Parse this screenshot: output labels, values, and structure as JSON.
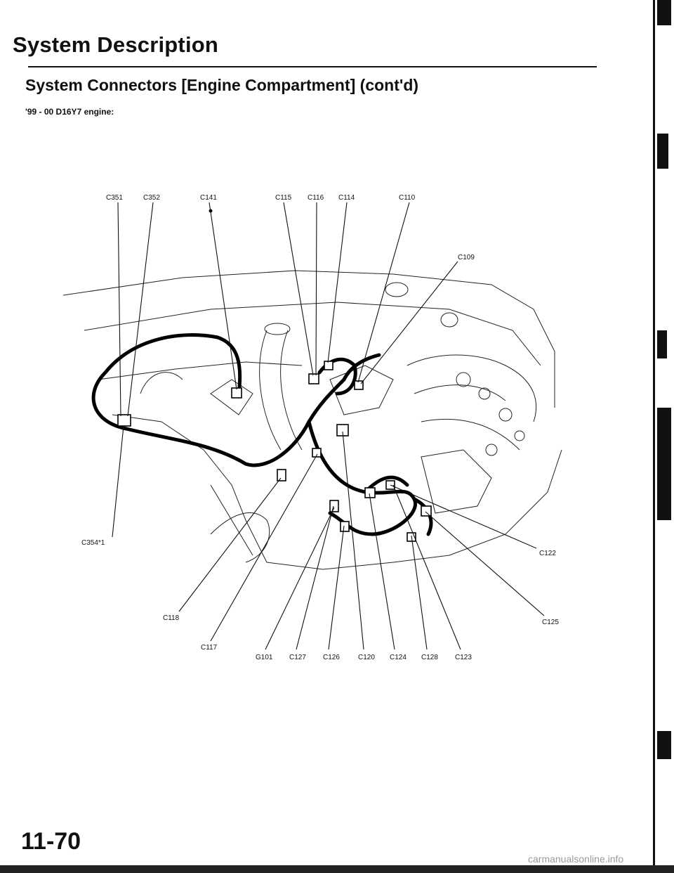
{
  "header": {
    "title": "System Description",
    "section": "System Connectors [Engine Compartment] (cont'd)",
    "subtitle": "'99 - 00 D16Y7 engine:"
  },
  "labels": {
    "c351": "C351",
    "c352": "C352",
    "c141": "C141",
    "c115": "C115",
    "c116": "C116",
    "c114": "C114",
    "c110": "C110",
    "c109": "C109",
    "c354": "C354*1",
    "c122": "C122",
    "c118": "C118",
    "c117": "C117",
    "c125": "C125",
    "g101": "G101",
    "c127": "C127",
    "c126": "C126",
    "c120": "C120",
    "c124": "C124",
    "c128": "C128",
    "c123": "C123"
  },
  "footer": {
    "page_number": "11-70",
    "watermark": "carmanualsonline.info"
  }
}
